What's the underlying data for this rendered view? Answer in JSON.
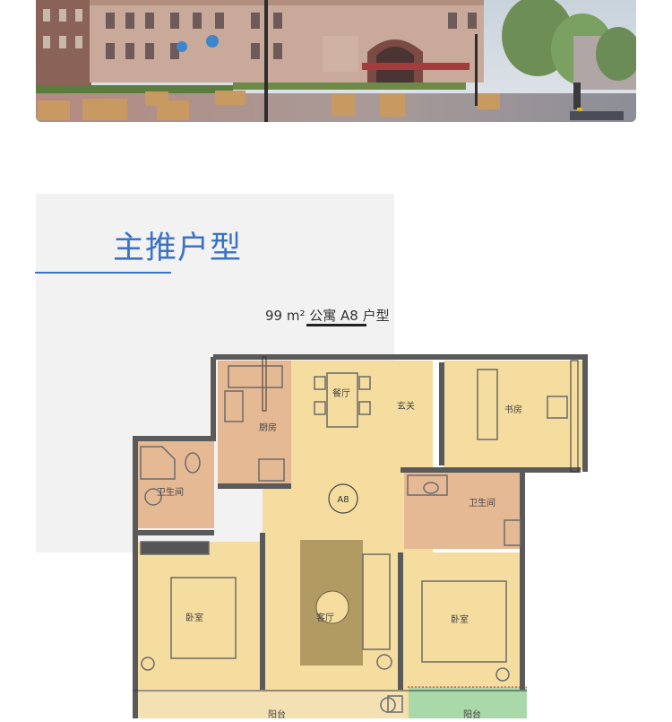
{
  "section": {
    "title": "主推户型"
  },
  "floorplan": {
    "caption": "99 m² 公寓 A8 户型",
    "unit_badge": "A8",
    "rooms": {
      "dining": "餐厅",
      "entry": "玄关",
      "study": "书房",
      "kitchen": "厨房",
      "bath_left": "卫生间",
      "bath_right": "卫生间",
      "bedroom_left": "卧室",
      "living": "客厅",
      "bedroom_right": "卧室",
      "balcony_left": "阳台",
      "balcony_right": "阳台"
    }
  },
  "colors": {
    "accent": "#3a72c6",
    "panel": "#f2f2f2",
    "floor_main": "#f5dd9f",
    "floor_wet": "#e6b995",
    "wall": "#5a5a5a",
    "balcony_green": "#a9d9a8"
  }
}
